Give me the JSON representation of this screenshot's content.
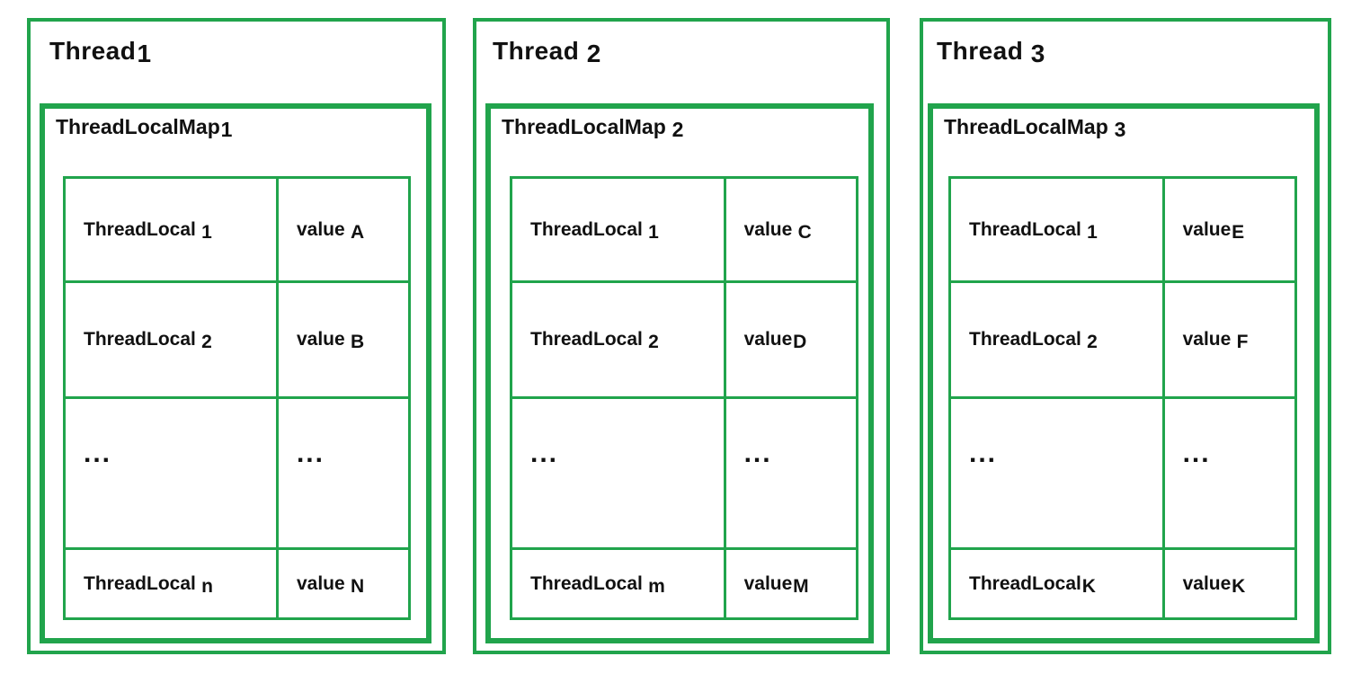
{
  "colors": {
    "green": "#21a44c",
    "text": "#111111",
    "background": "#ffffff"
  },
  "threads": [
    {
      "title": "Thread",
      "title_suffix": "1",
      "map_title": "ThreadLocalMap",
      "map_suffix": "1",
      "rows": [
        {
          "key": "ThreadLocal",
          "key_suffix": "1",
          "value": "value",
          "value_suffix": "A"
        },
        {
          "key": "ThreadLocal",
          "key_suffix": "2",
          "value": "value",
          "value_suffix": "B"
        },
        {
          "key": "...",
          "key_suffix": "",
          "value": "...",
          "value_suffix": ""
        },
        {
          "key": "ThreadLocal",
          "key_suffix": "n",
          "value": "value",
          "value_suffix": "N"
        }
      ]
    },
    {
      "title": "Thread",
      "title_suffix": "2",
      "map_title": "ThreadLocalMap",
      "map_suffix": "2",
      "rows": [
        {
          "key": "ThreadLocal",
          "key_suffix": "1",
          "value": "value",
          "value_suffix": "C"
        },
        {
          "key": "ThreadLocal",
          "key_suffix": "2",
          "value": "value",
          "value_suffix": "D"
        },
        {
          "key": "...",
          "key_suffix": "",
          "value": "...",
          "value_suffix": ""
        },
        {
          "key": "ThreadLocal",
          "key_suffix": "m",
          "value": "value",
          "value_suffix": "M"
        }
      ]
    },
    {
      "title": "Thread",
      "title_suffix": "3",
      "map_title": "ThreadLocalMap",
      "map_suffix": "3",
      "rows": [
        {
          "key": "ThreadLocal",
          "key_suffix": "1",
          "value": "value",
          "value_suffix": "E"
        },
        {
          "key": "ThreadLocal",
          "key_suffix": "2",
          "value": "value",
          "value_suffix": "F"
        },
        {
          "key": "...",
          "key_suffix": "",
          "value": "...",
          "value_suffix": ""
        },
        {
          "key": "ThreadLocal",
          "key_suffix": "K",
          "value": "value",
          "value_suffix": "K"
        }
      ]
    }
  ]
}
